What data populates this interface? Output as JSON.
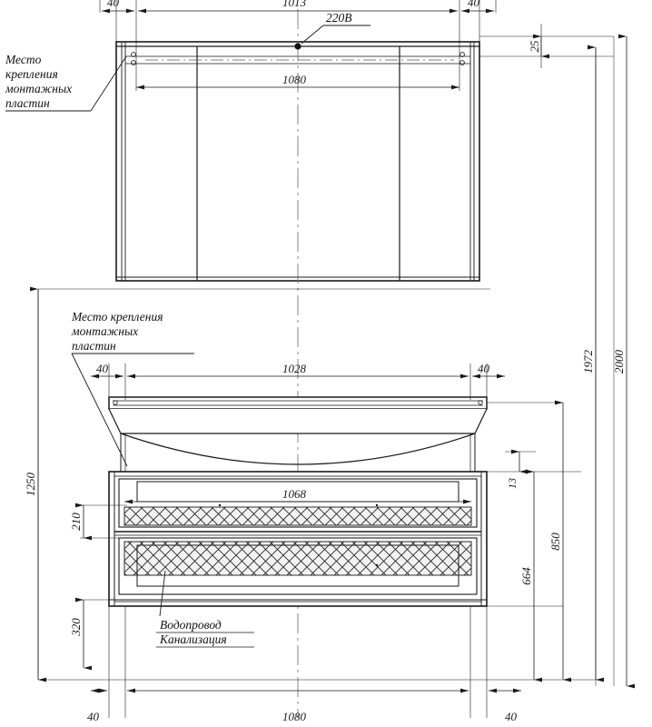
{
  "drawing": {
    "title": "Bathroom furniture set technical drawing",
    "units": "mm",
    "line_color": "#1a1a1a",
    "hatch_color": "#2a2a2a",
    "background": "#ffffff"
  },
  "annotations": {
    "mirror_mount_note": {
      "line1": "Место",
      "line2": "крепления",
      "line3": "монтажных",
      "line4": "пластин"
    },
    "cabinet_mount_note": {
      "line1": "Место крепления",
      "line2": "монтажных",
      "line3": "пластин"
    },
    "power_label": "220В",
    "plumbing_note": {
      "line1": "Водопровод",
      "line2": "Канализация"
    }
  },
  "dimensions": {
    "top_left_offset": "40",
    "top_span": "1013",
    "top_right_offset": "40",
    "mirror_inner_width": "1080",
    "mirror_depth": "25",
    "vanity_left_offset": "40",
    "vanity_inner_width": "1028",
    "vanity_right_offset": "40",
    "drawer_width": "1068",
    "height_total_left": "1250",
    "drawer_upper_height": "210",
    "drawer_lower_height": "320",
    "countertop_thickness": "13",
    "sink_top_height": "850",
    "cabinet_height": "664",
    "mirror_top_height": "1972",
    "overall_height": "2000",
    "bottom_left_offset": "40",
    "bottom_span": "1080",
    "bottom_right_offset": "40"
  }
}
